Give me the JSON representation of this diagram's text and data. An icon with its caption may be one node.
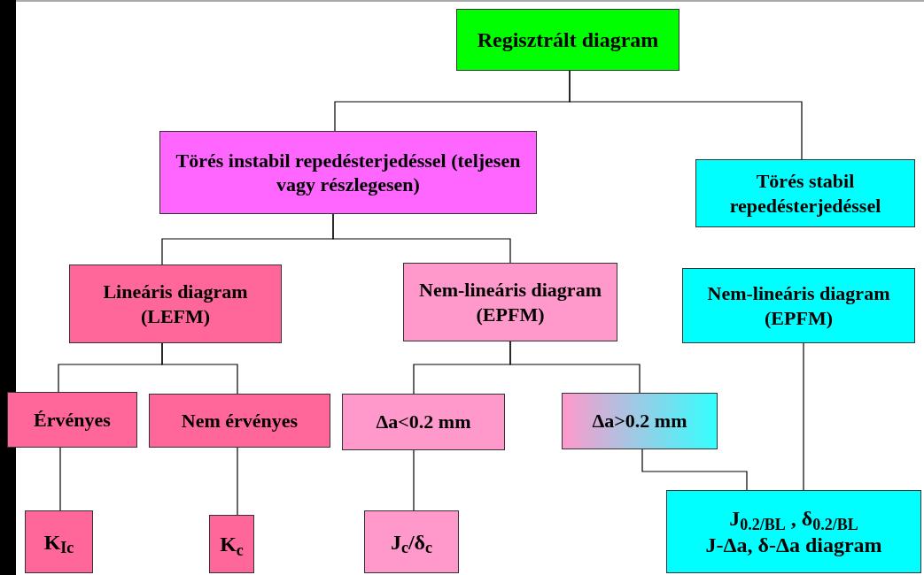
{
  "diagram": {
    "nodes": [
      {
        "text": [
          "Regisztrált diagram"
        ]
      },
      {
        "text": [
          "Törés instabil repedésterjedéssel (teljesen vagy részlegesen)"
        ]
      },
      {
        "text": [
          "Törés stabil repedésterjedéssel"
        ]
      },
      {
        "text": [
          "Lineáris diagram (LEFM)"
        ]
      },
      {
        "text": [
          "Nem-lineáris diagram (EPFM)"
        ]
      },
      {
        "text": [
          "Nem-lineáris diagram (EPFM)"
        ]
      },
      {
        "text": [
          "Érvényes"
        ]
      },
      {
        "text": [
          "Nem érvényes"
        ]
      },
      {
        "text": [
          "Δa<0.2 mm"
        ]
      },
      {
        "text": [
          "Δa>0.2 mm"
        ]
      },
      {
        "text": [
          "K$_{Ic}$"
        ]
      },
      {
        "text": [
          "K$_{c}$"
        ]
      },
      {
        "text": [
          "J$_{c}$/δ$_{c}$"
        ]
      },
      {
        "text": [
          "J$_{0.2/BL}$ , δ$_{0.2/BL}$",
          "J-Δa, δ-Δa diagram"
        ]
      }
    ],
    "edges": [
      {
        "from": 0,
        "to": 1,
        "arrow": "none"
      },
      {
        "from": 0,
        "to": 2,
        "arrow": "none"
      },
      {
        "from": 1,
        "to": 3,
        "arrow": "none"
      },
      {
        "from": 1,
        "to": 4,
        "arrow": "none"
      },
      {
        "from": 3,
        "to": 6,
        "arrow": "none"
      },
      {
        "from": 3,
        "to": 7,
        "arrow": "none"
      },
      {
        "from": 4,
        "to": 8,
        "arrow": "none"
      },
      {
        "from": 4,
        "to": 9,
        "arrow": "none"
      },
      {
        "from": 6,
        "to": 10,
        "arrow": "none"
      },
      {
        "from": 7,
        "to": 11,
        "arrow": "none"
      },
      {
        "from": 8,
        "to": 12,
        "arrow": "none"
      },
      {
        "from": 9,
        "to": 13,
        "arrow": "none"
      },
      {
        "from": 5,
        "to": 13,
        "arrow": "none"
      }
    ]
  }
}
